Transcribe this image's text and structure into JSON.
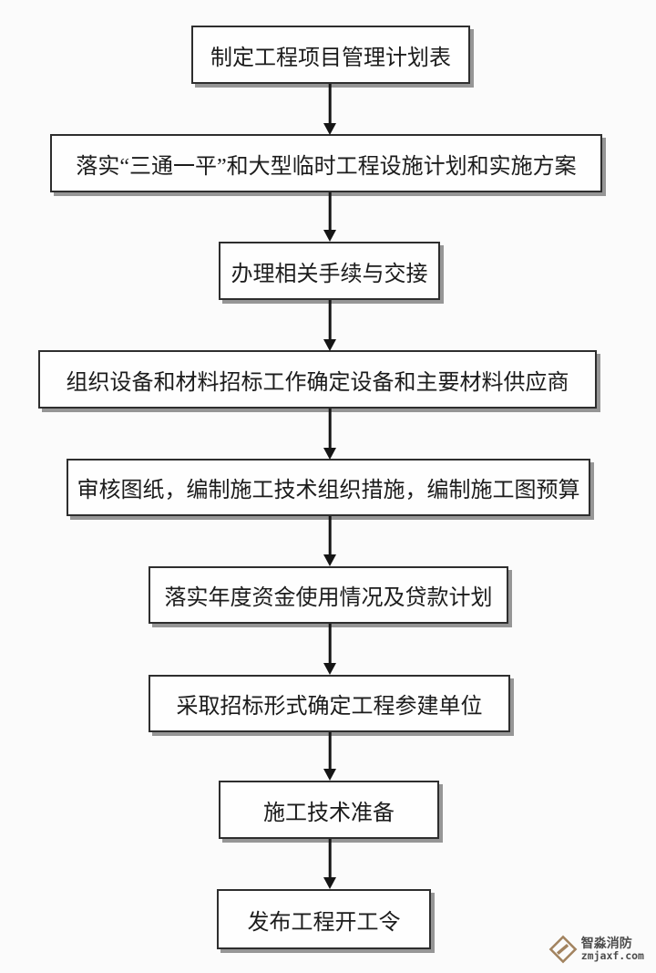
{
  "flowchart": {
    "steps": [
      {
        "label": "制定工程项目管理计划表"
      },
      {
        "label": "落实“三通一平”和大型临时工程设施计划和实施方案"
      },
      {
        "label": "办理相关手续与交接"
      },
      {
        "label": "组织设备和材料招标工作确定设备和主要材料供应商"
      },
      {
        "label": "审核图纸，编制施工技术组织措施，编制施工图预算"
      },
      {
        "label": "落实年度资金使用情况及贷款计划"
      },
      {
        "label": "采取招标形式确定工程参建单位"
      },
      {
        "label": "施工技术准备"
      },
      {
        "label": "发布工程开工令"
      }
    ]
  },
  "watermark": {
    "brand": "智淼消防",
    "site": "zmjaxf.com"
  },
  "colors": {
    "background": "#fbfbfb",
    "box_border": "#2e2e2e",
    "box_shadow": "#969696",
    "arrow": "#151515",
    "logo": "#a2835f",
    "watermark_text": "#4c4c4c"
  }
}
